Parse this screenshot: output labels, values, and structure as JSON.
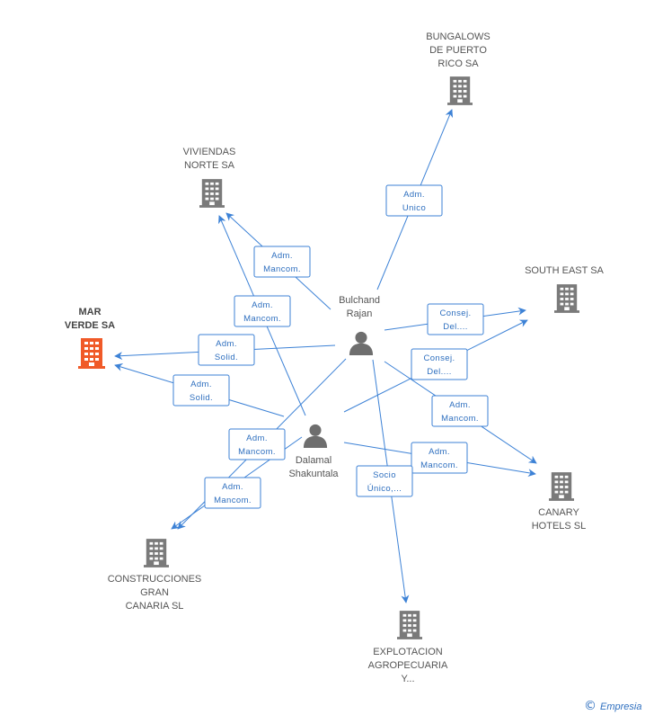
{
  "colors": {
    "edge": "#3d82d6",
    "company": "#7a7a7a",
    "company_focus": "#f05a28",
    "person": "#6e6e6e"
  },
  "nodes": [
    {
      "id": "bungalows",
      "type": "company",
      "lines": [
        "BUNGALOWS",
        "DE PUERTO",
        "RICO SA"
      ],
      "icon": "building-icon"
    },
    {
      "id": "viviendas",
      "type": "company",
      "lines": [
        "VIVIENDAS",
        "NORTE SA"
      ],
      "icon": "building-icon"
    },
    {
      "id": "southeast",
      "type": "company",
      "lines": [
        "SOUTH EAST SA"
      ],
      "icon": "building-icon"
    },
    {
      "id": "marverde",
      "type": "company",
      "focus": true,
      "lines": [
        "MAR",
        "VERDE SA"
      ],
      "icon": "building-icon"
    },
    {
      "id": "bulchand",
      "type": "person",
      "lines": [
        "Bulchand",
        "Rajan"
      ],
      "icon": "person-icon"
    },
    {
      "id": "dalamal",
      "type": "person",
      "lines": [
        "Dalamal",
        "Shakuntala"
      ],
      "icon": "person-icon"
    },
    {
      "id": "canary",
      "type": "company",
      "lines": [
        "CANARY",
        "HOTELS SL"
      ],
      "icon": "building-icon"
    },
    {
      "id": "construcciones",
      "type": "company",
      "lines": [
        "CONSTRUCCIONES",
        "GRAN",
        "CANARIA SL"
      ],
      "icon": "building-icon"
    },
    {
      "id": "explotacion",
      "type": "company",
      "lines": [
        "EXPLOTACION",
        "AGROPECUARIA",
        "Y..."
      ],
      "icon": "building-icon"
    }
  ],
  "edges": [
    {
      "from": "bulchand",
      "to": "bungalows",
      "lines": [
        "Adm.",
        "Unico"
      ]
    },
    {
      "from": "bulchand",
      "to": "viviendas",
      "lines": [
        "Adm.",
        "Mancom."
      ]
    },
    {
      "from": "dalamal",
      "to": "viviendas",
      "lines": [
        "Adm.",
        "Mancom."
      ]
    },
    {
      "from": "bulchand",
      "to": "southeast",
      "lines": [
        "Consej.",
        "Del...."
      ]
    },
    {
      "from": "dalamal",
      "to": "southeast",
      "lines": [
        "Consej.",
        "Del...."
      ]
    },
    {
      "from": "bulchand",
      "to": "marverde",
      "lines": [
        "Adm.",
        "Solid."
      ]
    },
    {
      "from": "dalamal",
      "to": "marverde",
      "lines": [
        "Adm.",
        "Solid."
      ]
    },
    {
      "from": "bulchand",
      "to": "canary",
      "lines": [
        "Adm.",
        "Mancom."
      ]
    },
    {
      "from": "dalamal",
      "to": "canary",
      "lines": [
        "Adm.",
        "Mancom."
      ]
    },
    {
      "from": "bulchand",
      "to": "construcciones",
      "lines": [
        "Adm.",
        "Mancom."
      ]
    },
    {
      "from": "dalamal",
      "to": "construcciones",
      "lines": [
        "Adm.",
        "Mancom."
      ]
    },
    {
      "from": "bulchand",
      "to": "explotacion",
      "lines": [
        "Socio",
        "Único,..."
      ]
    }
  ],
  "footer": {
    "copyright": "©",
    "brand": "Empresia"
  }
}
